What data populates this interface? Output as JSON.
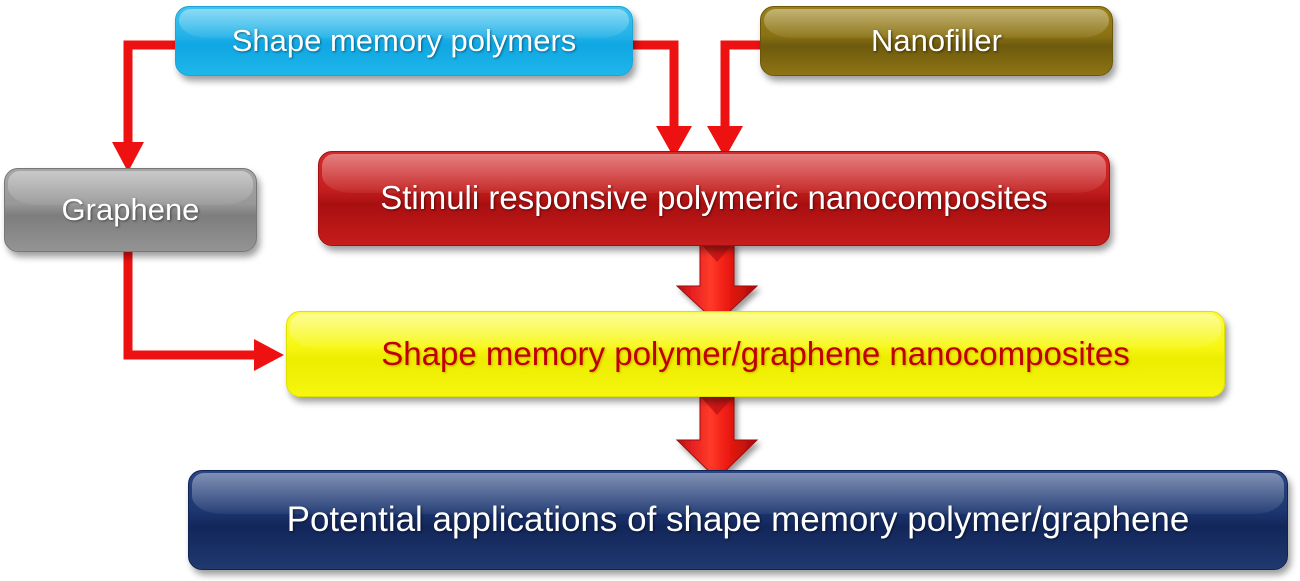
{
  "diagram": {
    "title": "Shape memory polymer/graphene nanocomposites flowchart",
    "accent_arrow_color": "#ee1111",
    "nodes": [
      {
        "id": "smp",
        "label": "Shape memory polymers",
        "fill": "#23b2e8",
        "text_color": "#ffffff"
      },
      {
        "id": "nanofiller",
        "label": "Nanofiller",
        "fill": "#8a7214",
        "text_color": "#ffffff"
      },
      {
        "id": "graphene",
        "label": "Graphene",
        "fill": "#989898",
        "text_color": "#ffffff"
      },
      {
        "id": "stimuli",
        "label": "Stimuli responsive polymeric nanocomposites",
        "fill": "#c41f1f",
        "text_color": "#ffffff"
      },
      {
        "id": "smpg",
        "label": "Shape memory polymer/graphene nanocomposites",
        "fill": "#f7f713",
        "text_color": "#c00000"
      },
      {
        "id": "potential",
        "label": "Potential applications of shape memory polymer/graphene",
        "fill": "#1d3771",
        "text_color": "#ffffff"
      }
    ],
    "edges": [
      {
        "id": "smp-to-graphene",
        "from": "smp",
        "to": "graphene",
        "style": "elbow-line"
      },
      {
        "id": "smp-to-stimuli",
        "from": "smp",
        "to": "stimuli",
        "style": "elbow-line"
      },
      {
        "id": "nanofiller-to-stimuli",
        "from": "nanofiller",
        "to": "stimuli",
        "style": "elbow-line"
      },
      {
        "id": "graphene-to-smpg",
        "from": "graphene",
        "to": "smpg",
        "style": "elbow-line"
      },
      {
        "id": "stimuli-to-smpg",
        "from": "stimuli",
        "to": "smpg",
        "style": "block-arrow"
      },
      {
        "id": "smpg-to-potential",
        "from": "smpg",
        "to": "potential",
        "style": "block-arrow"
      }
    ]
  }
}
